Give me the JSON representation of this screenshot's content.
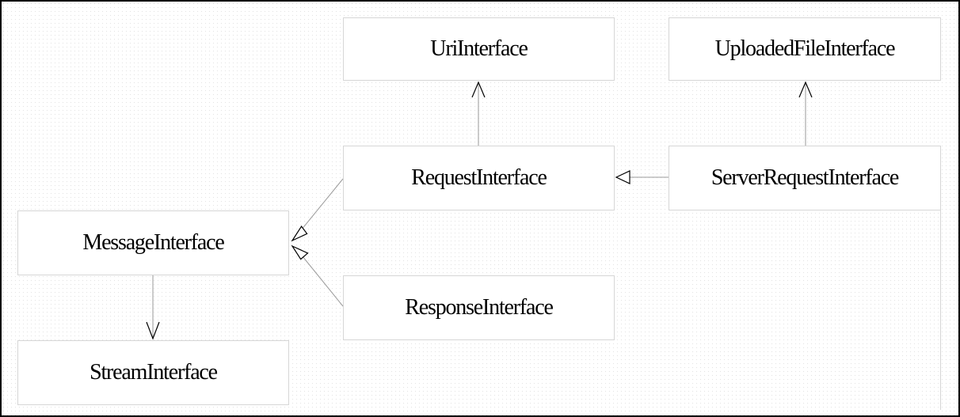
{
  "diagram": {
    "nodes": {
      "uri": "UriInterface",
      "uploaded_file": "UploadedFileInterface",
      "request": "RequestInterface",
      "server_request": "ServerRequestInterface",
      "message": "MessageInterface",
      "response": "ResponseInterface",
      "stream": "StreamInterface"
    },
    "relations": [
      {
        "from": "request",
        "to": "uri",
        "type": "dependency"
      },
      {
        "from": "server_request",
        "to": "uploaded_file",
        "type": "dependency"
      },
      {
        "from": "server_request",
        "to": "request",
        "type": "inheritance"
      },
      {
        "from": "request",
        "to": "message",
        "type": "inheritance"
      },
      {
        "from": "response",
        "to": "message",
        "type": "inheritance"
      },
      {
        "from": "message",
        "to": "stream",
        "type": "dependency"
      }
    ],
    "colors": {
      "box_fill": "#ffffff",
      "box_border": "#d6d6d6",
      "line": "#9a9a9a",
      "arrowhead": "#000000",
      "frame": "#000000"
    }
  }
}
